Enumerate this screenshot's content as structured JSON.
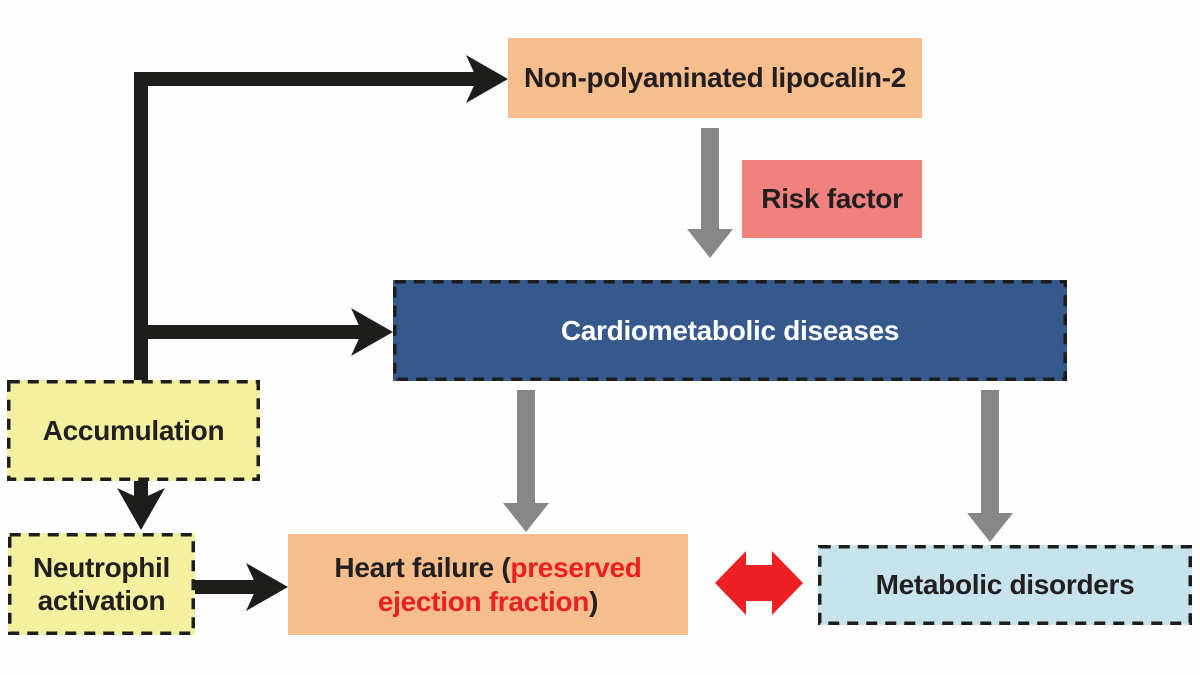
{
  "colors": {
    "background": "#FEFEFE",
    "peach": "#F7BE8D",
    "pink": "#F0817F",
    "blue": "#35598C",
    "yellow": "#F4F0A0",
    "light_blue": "#C7E3ED",
    "red": "#EC2024",
    "gray": "#878787",
    "black": "#1D1D1B",
    "text_dark": "#231F20",
    "text_white": "#FFFFFF"
  },
  "boxes": {
    "lipocalin": {
      "label": "Non-polyaminated lipocalin-2"
    },
    "risk_factor": {
      "label": "Risk factor"
    },
    "cardiometabolic": {
      "label": "Cardiometabolic diseases"
    },
    "accumulation": {
      "label": "Accumulation"
    },
    "neutrophil": {
      "label": "Neutrophil activation"
    },
    "heart_failure": {
      "prefix": "Heart failure (",
      "highlight": "preserved ejection fraction",
      "suffix": ")"
    },
    "metabolic": {
      "label": "Metabolic disorders"
    }
  },
  "connections": [
    {
      "from": "accumulation-trunk",
      "to": "lipocalin",
      "style": "black-solid-arrow"
    },
    {
      "from": "accumulation-trunk",
      "to": "cardiometabolic",
      "style": "black-solid-arrow"
    },
    {
      "from": "lipocalin",
      "to": "cardiometabolic",
      "style": "gray-arrow",
      "note": "Risk factor"
    },
    {
      "from": "accumulation",
      "to": "neutrophil",
      "style": "black-solid-arrow"
    },
    {
      "from": "neutrophil",
      "to": "heart_failure",
      "style": "black-solid-arrow"
    },
    {
      "from": "cardiometabolic",
      "to": "heart_failure",
      "style": "gray-arrow"
    },
    {
      "from": "cardiometabolic",
      "to": "metabolic",
      "style": "gray-arrow"
    },
    {
      "from": "heart_failure",
      "to": "metabolic",
      "style": "red-double-arrow"
    }
  ]
}
